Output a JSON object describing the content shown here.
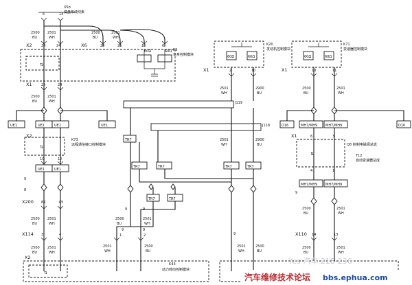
{
  "colors": {
    "line": "#111111",
    "background": "#ffffff",
    "watermark_blue": "#1a4aa8",
    "watermark_red": "#c0282d"
  },
  "top_wire": {
    "connector": "X5b",
    "pins": [
      "6",
      "14"
    ],
    "desc": "底盘布线线束"
  },
  "x2_top": {
    "label": "X2",
    "pins": [
      "24",
      "24",
      "25"
    ]
  },
  "x6": {
    "label": "X6"
  },
  "k9_pins": [
    "10",
    "6"
  ],
  "module_k9": {
    "name": "K9",
    "desc": "车身控制模块",
    "res_a": "60Ω",
    "res_b": "60Ω"
  },
  "x1_top": {
    "label": "X1",
    "pins": [
      "25",
      "24"
    ]
  },
  "k20": {
    "name": "K20",
    "desc": "发动机控制模块",
    "res_a": "60Ω",
    "res_b": "60Ω",
    "pins": [
      "2",
      "10"
    ],
    "connector": "X1"
  },
  "k71": {
    "name": "K71",
    "desc": "变速器控制模块",
    "res_a": "60Ω",
    "res_b": "60Ω",
    "pins": [
      "10",
      "11"
    ],
    "connector": "X1"
  },
  "wires": {
    "bu_num": "2500",
    "wh_num": "2501",
    "wh_num_b": "2500",
    "wh_num_c": "2900",
    "bu": "BU",
    "wh": "WH"
  },
  "junctions": {
    "j119": "J119",
    "j118": "J118"
  },
  "ue_labels": [
    "UE1",
    "UE1",
    "UE1",
    "UE1",
    "UE1",
    "UE1"
  ],
  "tr_labels": [
    "TR7",
    "TR7",
    "TR7",
    "TR7",
    "TR7",
    "TR7",
    "TR7"
  ],
  "d16": [
    "D16",
    "D16"
  ],
  "mh": [
    "MH7/MH9",
    "MH7/MH9",
    "MH7/MH9",
    "MH7/MH9"
  ],
  "k73": {
    "name": "K73",
    "desc": "远程通信接口控制模块",
    "connector": "X2",
    "pins": [
      "10",
      "12"
    ]
  },
  "t12": {
    "name": "T12",
    "desc": "自动变速器总成",
    "sub": "Q8 控制电磁阀总成",
    "connector": "X1",
    "pins": [
      "6",
      "3",
      "4",
      "1"
    ]
  },
  "left_mid_pins": [
    "9",
    "8"
  ],
  "x200": {
    "label": "X200",
    "pins": [
      "84",
      "65"
    ]
  },
  "x114": {
    "label": "X114",
    "pins": [
      "3",
      "4"
    ]
  },
  "mid_pins_a": [
    "9",
    "9"
  ],
  "mid_pins_b": [
    "1",
    "2"
  ],
  "x110": {
    "label": "X110",
    "pins": [
      "14",
      "13"
    ]
  },
  "k43": {
    "name": "K43",
    "desc": "动力转向控制模块",
    "connector": "X2"
  },
  "pin_9s": [
    "9",
    "9",
    "9",
    "9",
    "9"
  ],
  "watermark": {
    "text": "汽车维修技术论坛",
    "url": "bbs.ephua.com",
    "faint": "Yes 汽车 218-236"
  }
}
